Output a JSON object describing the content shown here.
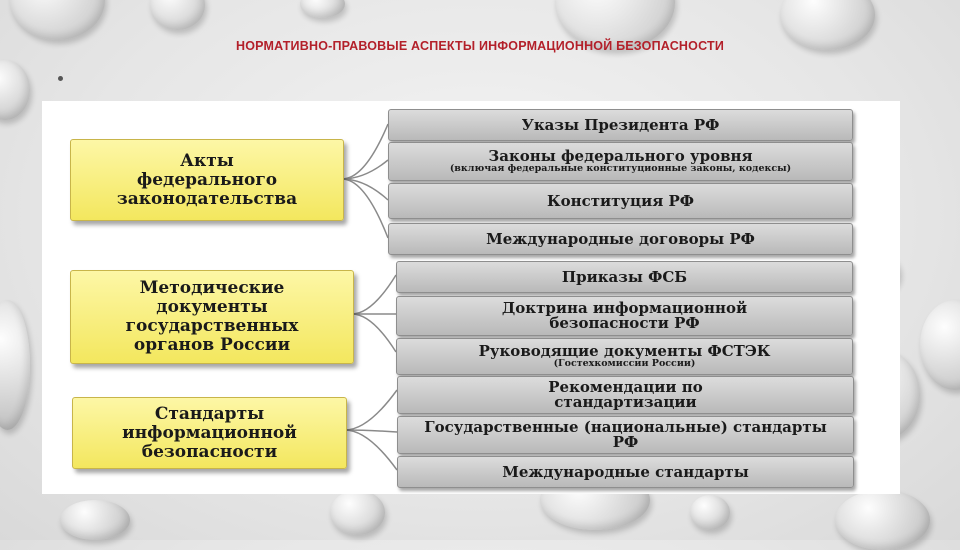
{
  "slide": {
    "title": "НОРМАТИВНО-ПРАВОВЫЕ АСПЕКТЫ ИНФОРМАЦИОННОЙ БЕЗОПАСНОСТИ",
    "bullet": "•"
  },
  "diagram": {
    "groups": [
      {
        "label": "Акты\nфедерального\nзаконодательства",
        "items": [
          {
            "main": "Указы Президента РФ",
            "sub": ""
          },
          {
            "main": "Законы федерального уровня",
            "sub": "(включая федеральные конституционные законы, кодексы)"
          },
          {
            "main": "Конституция РФ",
            "sub": ""
          },
          {
            "main": "Международные договоры РФ",
            "sub": ""
          }
        ]
      },
      {
        "label": "Методические\nдокументы\nгосударственных\nорганов России",
        "items": [
          {
            "main": "Приказы ФСБ",
            "sub": ""
          },
          {
            "main": "Доктрина информационной безопасности РФ",
            "sub": ""
          },
          {
            "main": "Руководящие документы ФСТЭК",
            "sub": "(Гостехкомиссии России)"
          }
        ]
      },
      {
        "label": "Стандарты\nинформационной\nбезопасности",
        "items": [
          {
            "main": "Рекомендации по стандартизации",
            "sub": ""
          },
          {
            "main": "Государственные (национальные) стандарты РФ",
            "sub": ""
          },
          {
            "main": "Международные стандарты",
            "sub": ""
          }
        ]
      }
    ]
  }
}
